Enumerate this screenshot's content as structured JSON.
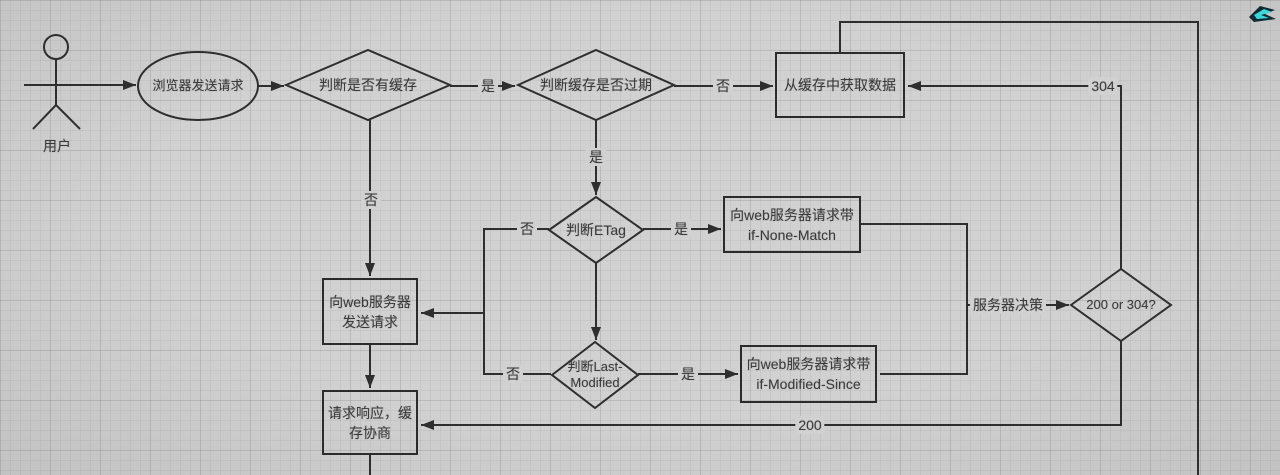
{
  "diagram": {
    "actor": {
      "label": "用户"
    },
    "start_ellipse": {
      "label": "浏览器发送请求"
    },
    "diamonds": {
      "has_cache": "判断是否有缓存",
      "cache_expired": "判断缓存是否过期",
      "check_etag": "判断ETag",
      "check_last_modified_line1": "判断Last-",
      "check_last_modified_line2": "Modified",
      "status_decision": "200 or 304?"
    },
    "boxes": {
      "read_cache": "从缓存中获取数据",
      "if_none_match_line1": "向web服务器请求带",
      "if_none_match_line2": "if-None-Match",
      "if_modified_since_line1": "向web服务器请求带",
      "if_modified_since_line2": "if-Modified-Since",
      "send_request_line1": "向web服务器",
      "send_request_line2": "发送请求",
      "response_line1": "请求响应，缓",
      "response_line2": "存协商"
    },
    "edge_labels": {
      "yes": "是",
      "no": "否",
      "status_304": "304",
      "status_200": "200",
      "server_decision": "服务器决策"
    }
  },
  "colors": {
    "background": "#d1d1d1",
    "line": "#2e2e2e",
    "text": "#3a3a3a",
    "watermark_teal": "#3fd6da",
    "watermark_dark": "#0e2a33"
  }
}
